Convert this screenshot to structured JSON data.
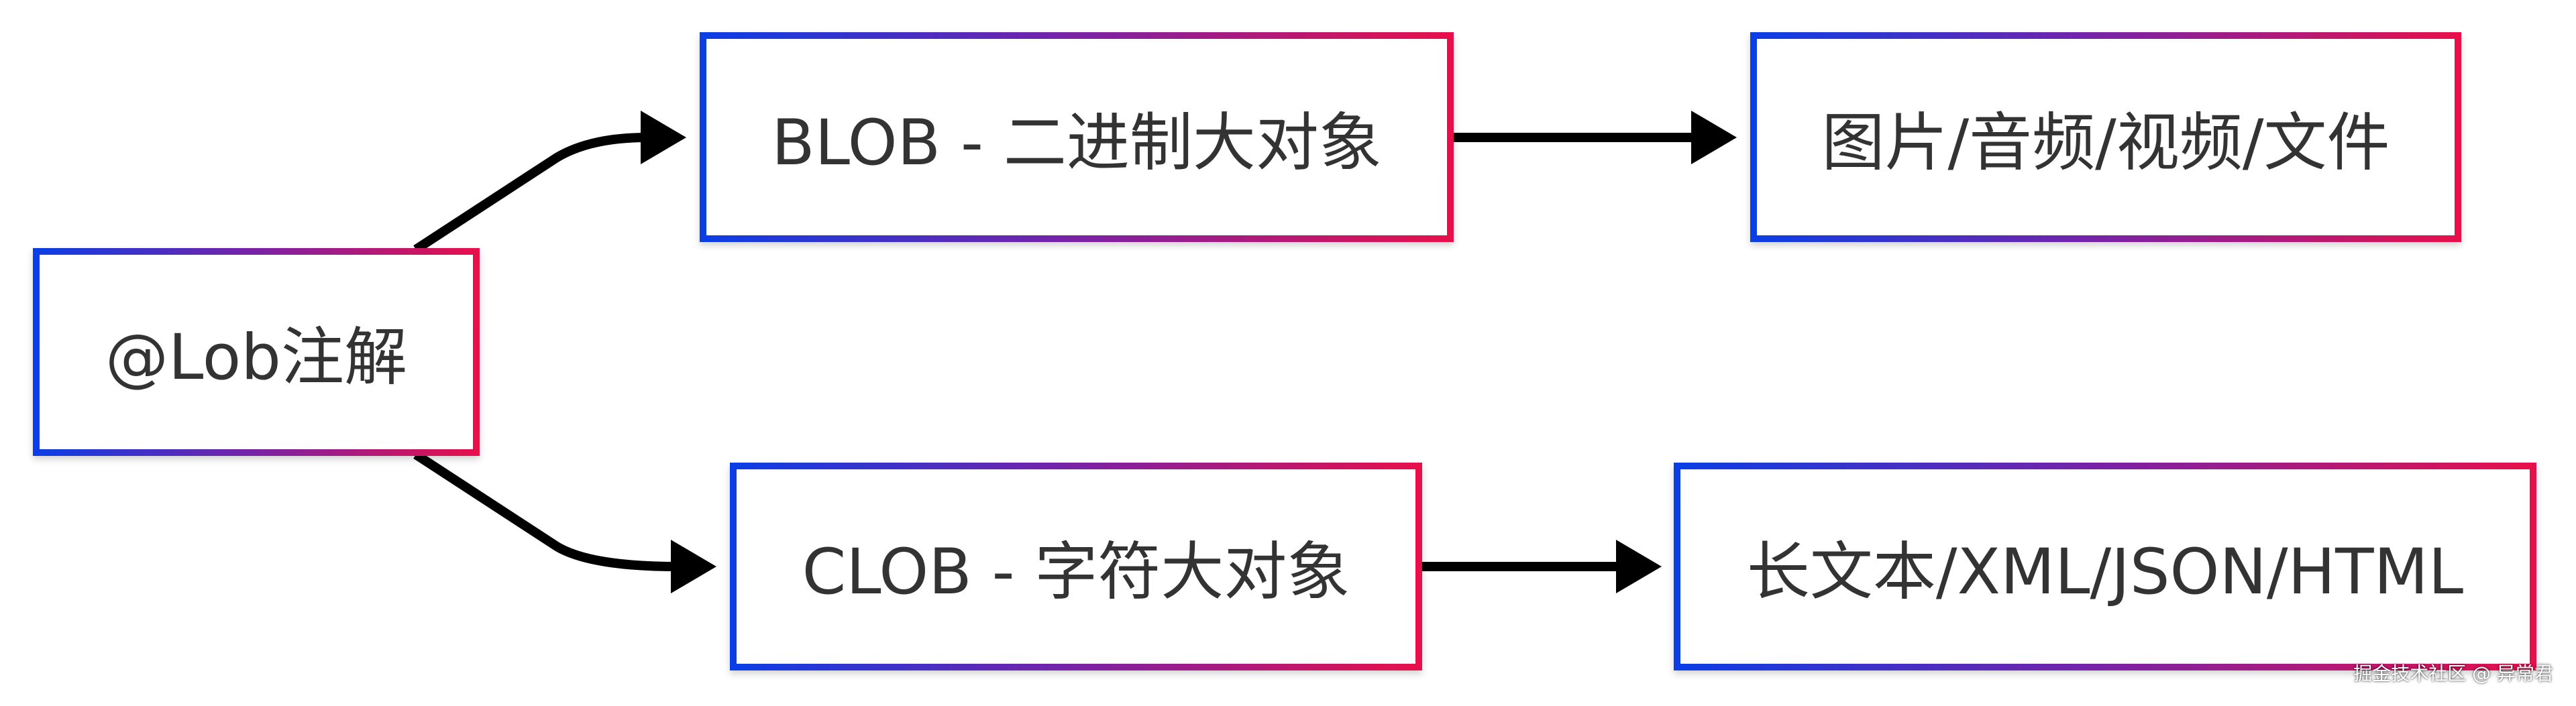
{
  "diagram": {
    "nodes": {
      "lob": {
        "label": "@Lob注解"
      },
      "blob": {
        "label": "BLOB - 二进制大对象"
      },
      "media": {
        "label": "图片/音频/视频/文件"
      },
      "clob": {
        "label": "CLOB - 字符大对象"
      },
      "text": {
        "label": "长文本/XML/JSON/HTML"
      }
    },
    "edges": [
      {
        "from": "lob",
        "to": "blob"
      },
      {
        "from": "lob",
        "to": "clob"
      },
      {
        "from": "blob",
        "to": "media"
      },
      {
        "from": "clob",
        "to": "text"
      }
    ],
    "colors": {
      "border_gradient_start": "#0a3ee6",
      "border_gradient_mid": "#7a22a6",
      "border_gradient_end": "#e8104a",
      "text": "#333333",
      "edge": "#000000"
    }
  },
  "watermark": {
    "text": "掘金技术社区 @ 异常君"
  }
}
